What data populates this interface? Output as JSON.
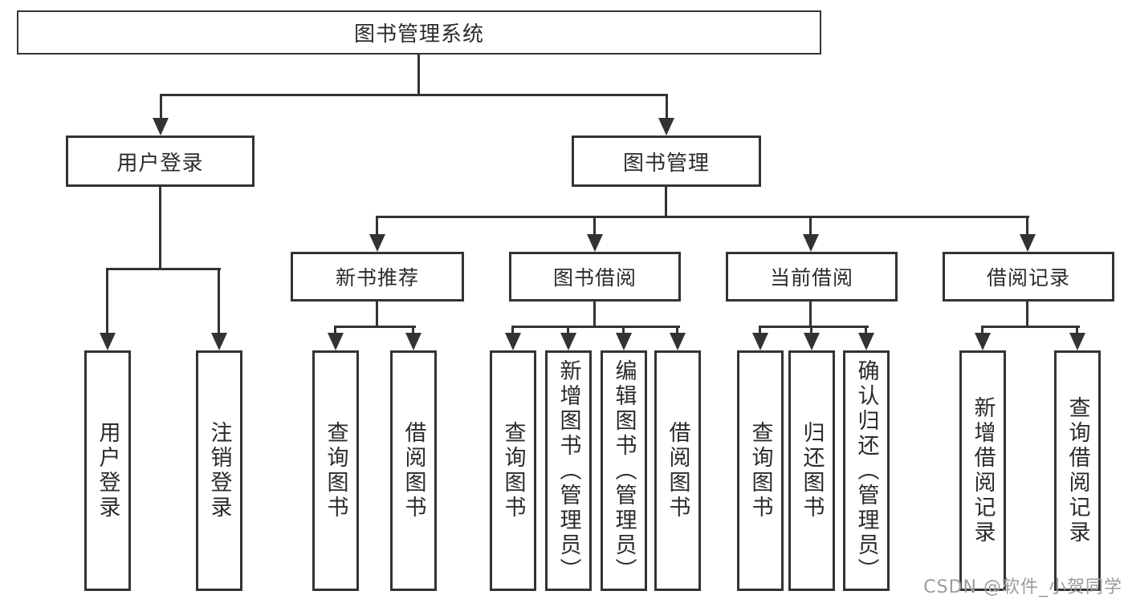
{
  "colors": {
    "line": "#333333",
    "node_border": "#333333",
    "node_text": "#2b2b2b",
    "background": "#ffffff",
    "watermark": "#9b9b9b"
  },
  "tree": {
    "root": {
      "label": "图书管理系统"
    },
    "branches": [
      {
        "label": "用户登录",
        "children": [
          {
            "label": "用户登录"
          },
          {
            "label": "注销登录"
          }
        ]
      },
      {
        "label": "图书管理",
        "children": [
          {
            "label": "新书推荐",
            "children": [
              {
                "label": "查询图书"
              },
              {
                "label": "借阅图书"
              }
            ]
          },
          {
            "label": "图书借阅",
            "children": [
              {
                "label": "查询图书"
              },
              {
                "label": "新增图书（管理员）"
              },
              {
                "label": "编辑图书（管理员）"
              },
              {
                "label": "借阅图书"
              }
            ]
          },
          {
            "label": "当前借阅",
            "children": [
              {
                "label": "查询图书"
              },
              {
                "label": "归还图书"
              },
              {
                "label": "确认归还（管理员）"
              }
            ]
          },
          {
            "label": "借阅记录",
            "children": [
              {
                "label": "新增借阅记录"
              },
              {
                "label": "查询借阅记录"
              }
            ]
          }
        ]
      }
    ]
  },
  "watermark": {
    "text": "CSDN @软件_小贺同学"
  }
}
